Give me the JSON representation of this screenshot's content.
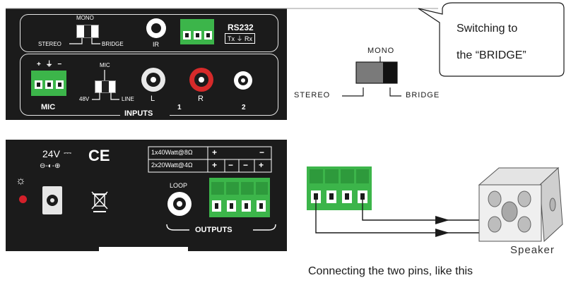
{
  "colors": {
    "panel": "#1b1b1b",
    "terminal_green": "#3cb54a",
    "led_red": "#d4202a",
    "rca_red": "#d62a2a",
    "label_white": "#ffffff",
    "line": "#1a1a1a"
  },
  "top_panel": {
    "mode_switch": {
      "top_label": "MONO",
      "left_label": "STEREO",
      "right_label": "BRIDGE"
    },
    "ir_label": "IR",
    "rs232_label": "RS232",
    "rs232_sub": "Tx ⏚ Rx",
    "inputs": {
      "mic_pins": "+ ⏚ −",
      "mic_label": "MIC",
      "switch_top": "MIC",
      "switch_left": "48V",
      "switch_right": "LINE",
      "left_label": "L",
      "right_label": "R",
      "group1": "1",
      "group2": "2",
      "section_label": "INPUTS"
    }
  },
  "bottom_panel": {
    "voltage": "24V",
    "voltage_symbol": "⎓",
    "polarity": "⊖-◐-⊕",
    "ce_mark": "CE",
    "loop_label": "LOOP",
    "outputs_label": "OUTPUTS",
    "spec_rows": [
      {
        "spec": "1x40Watt@8Ω",
        "signs": [
          "+",
          "",
          "",
          "−"
        ]
      },
      {
        "spec": "2x20Watt@4Ω",
        "signs": [
          "+",
          "−",
          "−",
          "+"
        ]
      }
    ]
  },
  "callout": {
    "line1": "Switching to",
    "line2": "the “BRIDGE”"
  },
  "zoom_switch": {
    "top": "MONO",
    "left": "STEREO",
    "right": "BRIDGE"
  },
  "speaker_label": "Speaker",
  "caption": "Connecting the two pins, like this"
}
